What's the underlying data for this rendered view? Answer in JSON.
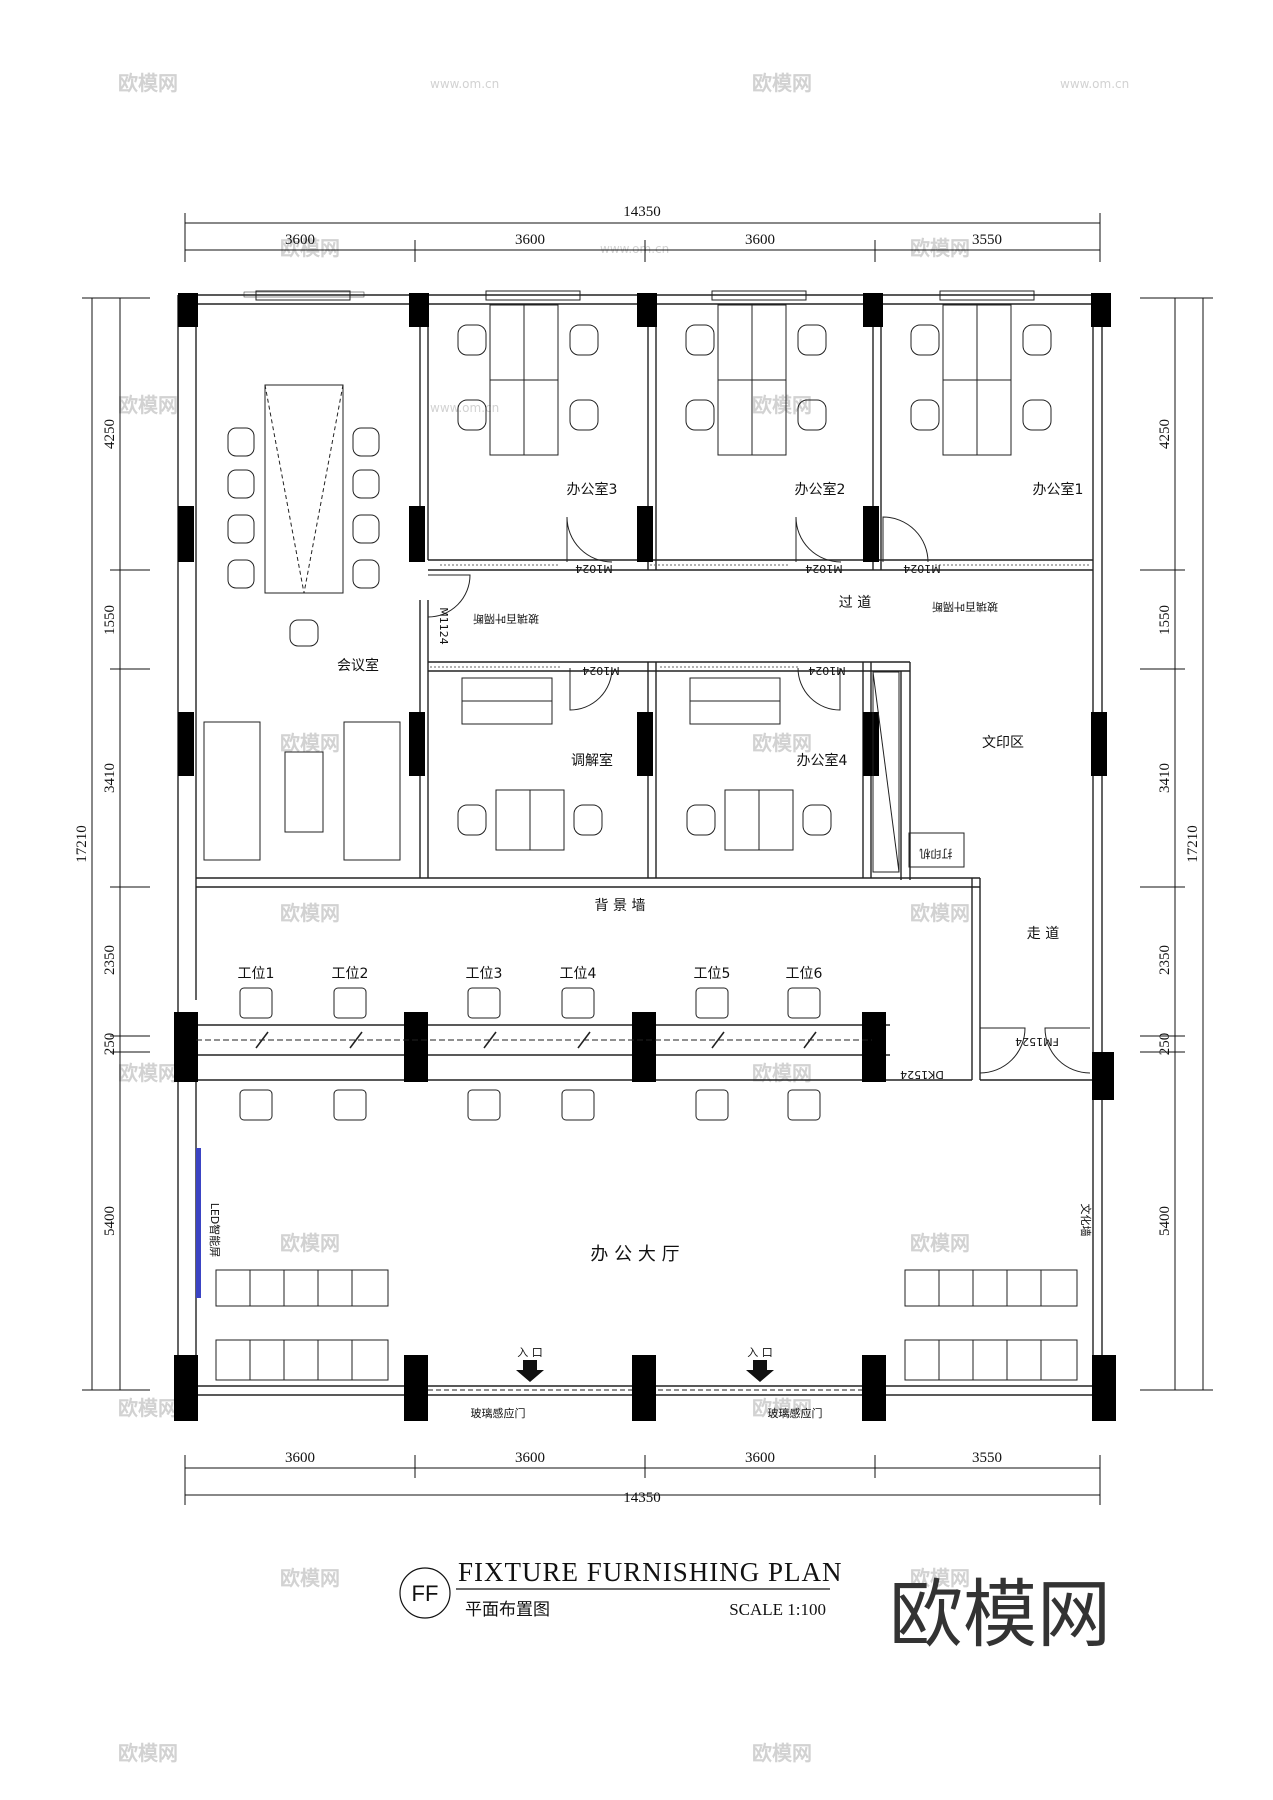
{
  "dims": {
    "top_total": "14350",
    "top_segments": [
      "3600",
      "3600",
      "3600",
      "3550"
    ],
    "bottom_segments": [
      "3600",
      "3600",
      "3600",
      "3550"
    ],
    "bottom_total": "14350",
    "left_total": "17210",
    "right_total": "17210",
    "vertical_segments": [
      "4250",
      "1550",
      "3410",
      "2350",
      "250",
      "5400"
    ]
  },
  "rooms": {
    "meeting": "会议室",
    "office1": "办公室1",
    "office2": "办公室2",
    "office3": "办公室3",
    "office4": "办公室4",
    "mediation": "调解室",
    "corridor1": "过 道",
    "print_area": "文印区",
    "corridor2": "走 道",
    "background_wall": "背 景 墙",
    "hall": "办 公 大 厅"
  },
  "labels": {
    "printer": "打印机",
    "led_screen": "LED智能屏",
    "culture_wall": "文化墙",
    "partition_1": "玻璃百叶隔断",
    "partition_2": "玻璃百叶隔断",
    "entrance_1": "入 口",
    "entrance_2": "入 口",
    "sensor_door_1": "玻璃感应门",
    "sensor_door_2": "玻璃感应门"
  },
  "doors": {
    "m1024_a": "M1024",
    "m1024_b": "M1024",
    "m1024_c": "M1024",
    "m1024_d": "M1024",
    "m1024_e": "M1024",
    "m1124": "M1124",
    "fm1524": "FM1524",
    "dk1": "DK1524"
  },
  "workstations": [
    "工位1",
    "工位2",
    "工位3",
    "工位4",
    "工位5",
    "工位6"
  ],
  "title": {
    "badge": "FF",
    "main": "FIXTURE FURNISHING PLAN",
    "sub": "平面布置图",
    "scale": "SCALE 1:100"
  },
  "watermark": {
    "brand": "欧模网",
    "url": "www.om.cn"
  }
}
